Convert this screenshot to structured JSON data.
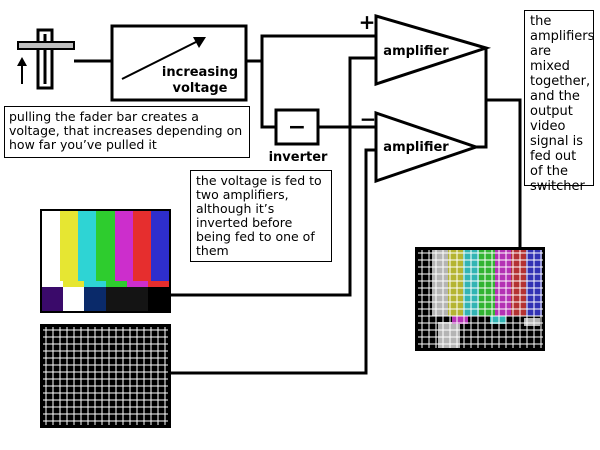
{
  "blocks": {
    "voltage_label_line1": "increasing",
    "voltage_label_line2": "voltage",
    "inverter_symbol": "−",
    "inverter_label": "inverter",
    "amplifier_top_label": "amplifier",
    "amplifier_bottom_label": "amplifier",
    "plus_sign": "+",
    "minus_sign": "−"
  },
  "notes": {
    "fader_note": "pulling the fader bar creates a voltage, that increases depending on how far you’ve pulled it",
    "amplifier_note": "the voltage is fed to two amplifiers, although it’s inverted before being fed to one of them",
    "mix_note": "the amplifiers are mixed together, and the output video signal is fed out of the switcher"
  },
  "icons": {
    "fader": "fader-bar-icon",
    "fader_arrow": "up-arrow-icon",
    "voltage_arrow": "ramp-arrow-icon"
  },
  "colors": {
    "bars_top": [
      "#ffffff",
      "#e6e632",
      "#2ed4d4",
      "#2ecc2e",
      "#cc2ecc",
      "#e62e2e",
      "#2e2ecc"
    ],
    "bars_bottom": [
      "#3a0a6a",
      "#ffffff",
      "#0a2a6a",
      "#141414",
      "#141414",
      "#000000"
    ],
    "grid_background": "#000000",
    "grid_lines": "#ffffff",
    "output_tile_colors": [
      "#b4b4b4",
      "#b4b432",
      "#32b4b4",
      "#32b432",
      "#b432b4",
      "#b43232",
      "#3232b4"
    ]
  }
}
